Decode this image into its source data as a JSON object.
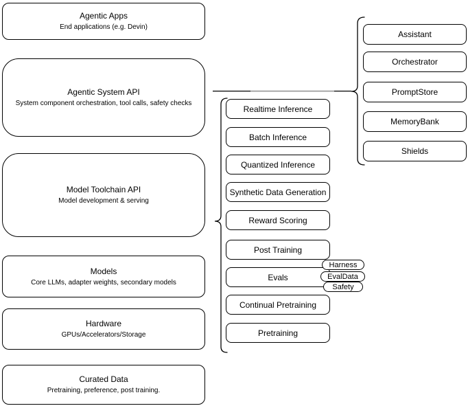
{
  "diagram": {
    "left_stack": [
      {
        "title": "Agentic Apps",
        "subtitle": "End applications (e.g. Devin)"
      },
      {
        "title": "Agentic System API",
        "subtitle": "System component orchestration, tool calls, safety checks"
      },
      {
        "title": "Model Toolchain API",
        "subtitle": "Model development & serving"
      },
      {
        "title": "Models",
        "subtitle": "Core LLMs, adapter weights, secondary models"
      },
      {
        "title": "Hardware",
        "subtitle": "GPUs/Accelerators/Storage"
      },
      {
        "title": "Curated Data",
        "subtitle": "Pretraining, preference, post training."
      }
    ],
    "toolchain_group": {
      "items": [
        "Realtime Inference",
        "Batch Inference",
        "Quantized Inference",
        "Synthetic Data Generation",
        "Reward Scoring",
        "Post Training",
        "Evals",
        "Continual Pretraining",
        "Pretraining"
      ],
      "evals_tags": [
        "Harness",
        "EvalData",
        "Safety"
      ]
    },
    "system_group": {
      "items": [
        "Assistant",
        "Orchestrator",
        "PromptStore",
        "MemoryBank",
        "Shields"
      ]
    },
    "colors": {
      "stroke": "#000000",
      "background": "#ffffff",
      "connector_overlap": "#9e9e9e"
    }
  }
}
